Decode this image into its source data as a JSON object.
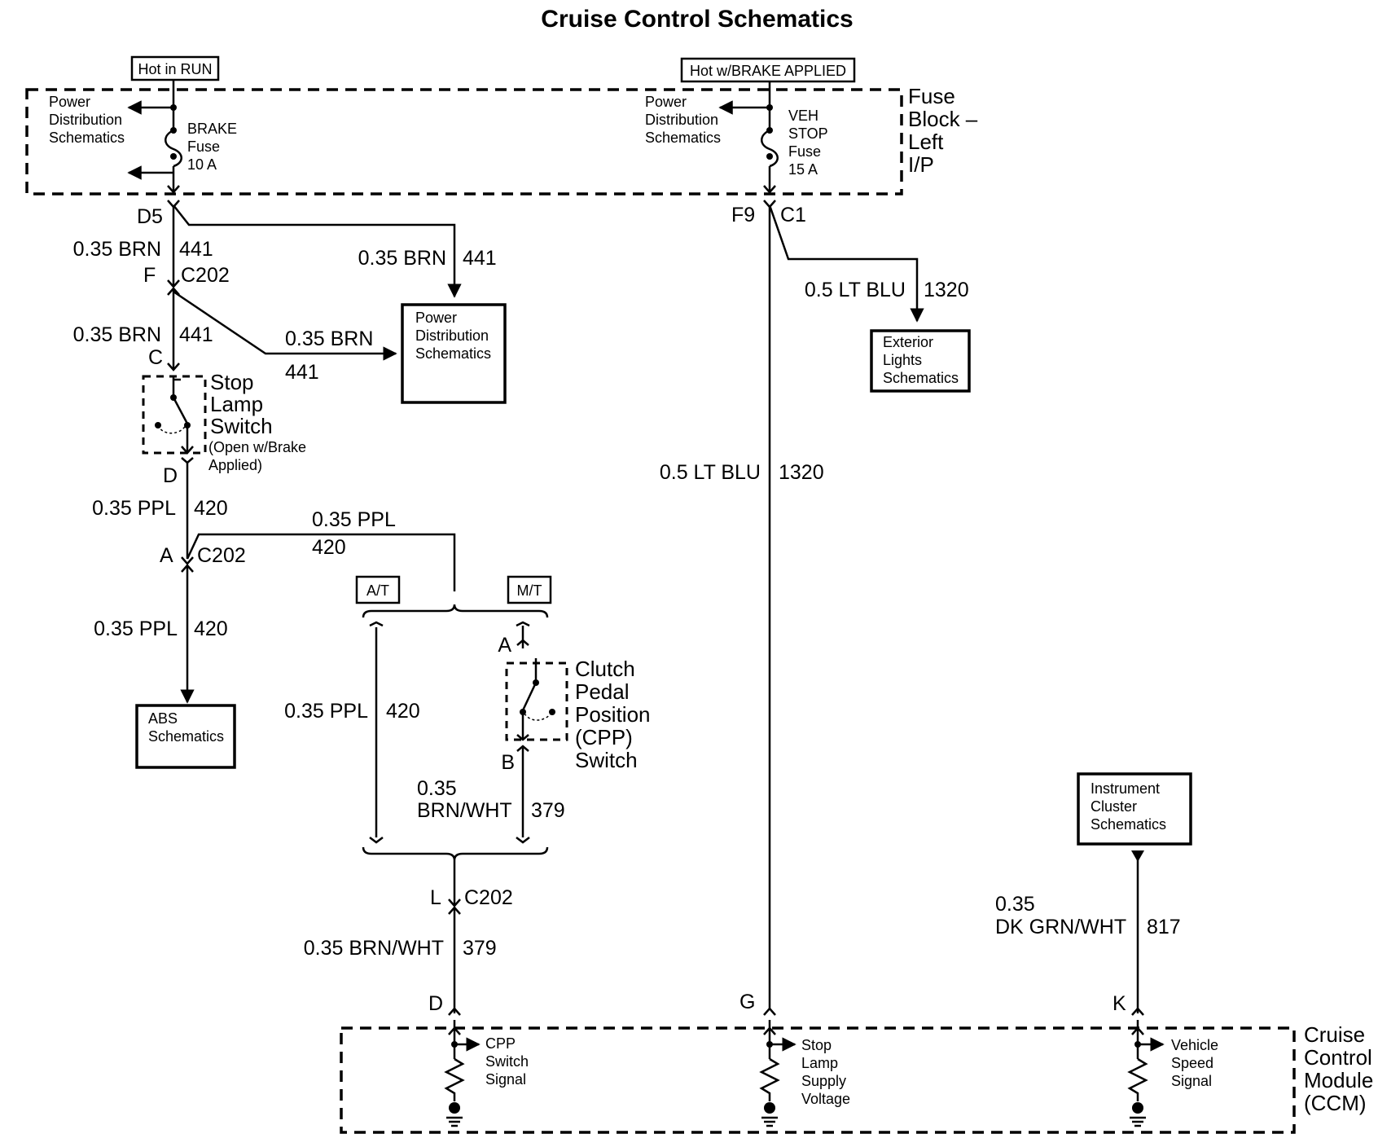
{
  "title": "Cruise Control Schematics",
  "power_sources": {
    "hot_in_run": "Hot in RUN",
    "hot_brake": "Hot w/BRAKE APPLIED"
  },
  "fuse_block": {
    "name_lines": [
      "Fuse",
      "Block –",
      "Left",
      "I/P"
    ],
    "pd_schematics_left": [
      "Power",
      "Distribution",
      "Schematics"
    ],
    "pd_schematics_right": [
      "Power",
      "Distribution",
      "Schematics"
    ],
    "brake_fuse": [
      "BRAKE",
      "Fuse",
      "10 A"
    ],
    "veh_stop_fuse": [
      "VEH",
      "STOP",
      "Fuse",
      "15 A"
    ]
  },
  "connectors": {
    "d5": "D5",
    "f": "F",
    "c202_a": "C202",
    "c": "C",
    "d": "D",
    "a": "A",
    "c202_b": "C202",
    "f9": "F9",
    "c1": "C1",
    "mt_a": "A",
    "mt_b": "B",
    "l": "L",
    "c202_c": "C202",
    "ccm_d": "D",
    "ccm_g": "G",
    "ccm_k": "K"
  },
  "wires": {
    "w1_color": "0.35 BRN",
    "w1_circuit": "441",
    "w2_color": "0.35 BRN",
    "w2_circuit": "441",
    "w3_color": "0.35 BRN",
    "w3_circuit": "441",
    "w4_color": "0.35 BRN",
    "w4_circuit": "441",
    "w5_color": "0.35 PPL",
    "w5_circuit": "420",
    "w6_color": "0.35 PPL",
    "w6_circuit": "420",
    "w7_color": "0.35 PPL",
    "w7_circuit": "420",
    "w8_color": "0.35 PPL",
    "w8_circuit": "420",
    "w9_color_1": "0.35",
    "w9_color_2": "BRN/WHT",
    "w9_circuit": "379",
    "w10_color": "0.35 BRN/WHT",
    "w10_circuit": "379",
    "w11_color": "0.5 LT BLU",
    "w11_circuit": "1320",
    "w12_color": "0.5 LT BLU",
    "w12_circuit": "1320",
    "w13_color_1": "0.35",
    "w13_color_2": "DK GRN/WHT",
    "w13_circuit": "817"
  },
  "components": {
    "pd_box": [
      "Power",
      "Distribution",
      "Schematics"
    ],
    "exterior_lights": [
      "Exterior",
      "Lights",
      "Schematics"
    ],
    "abs": [
      "ABS",
      "Schematics"
    ],
    "instrument_cluster": [
      "Instrument",
      "Cluster",
      "Schematics"
    ],
    "stop_lamp_switch": [
      "Stop",
      "Lamp",
      "Switch"
    ],
    "stop_lamp_note": [
      "(Open w/Brake",
      "Applied)"
    ],
    "cpp_switch": [
      "Clutch",
      "Pedal",
      "Position",
      "(CPP)",
      "Switch"
    ],
    "at": "A/T",
    "mt": "M/T"
  },
  "ccm": {
    "name_lines": [
      "Cruise",
      "Control",
      "Module",
      "(CCM)"
    ],
    "cpp_signal": [
      "CPP",
      "Switch",
      "Signal"
    ],
    "stop_lamp_supply": [
      "Stop",
      "Lamp",
      "Supply",
      "Voltage"
    ],
    "vehicle_speed": [
      "Vehicle",
      "Speed",
      "Signal"
    ]
  }
}
